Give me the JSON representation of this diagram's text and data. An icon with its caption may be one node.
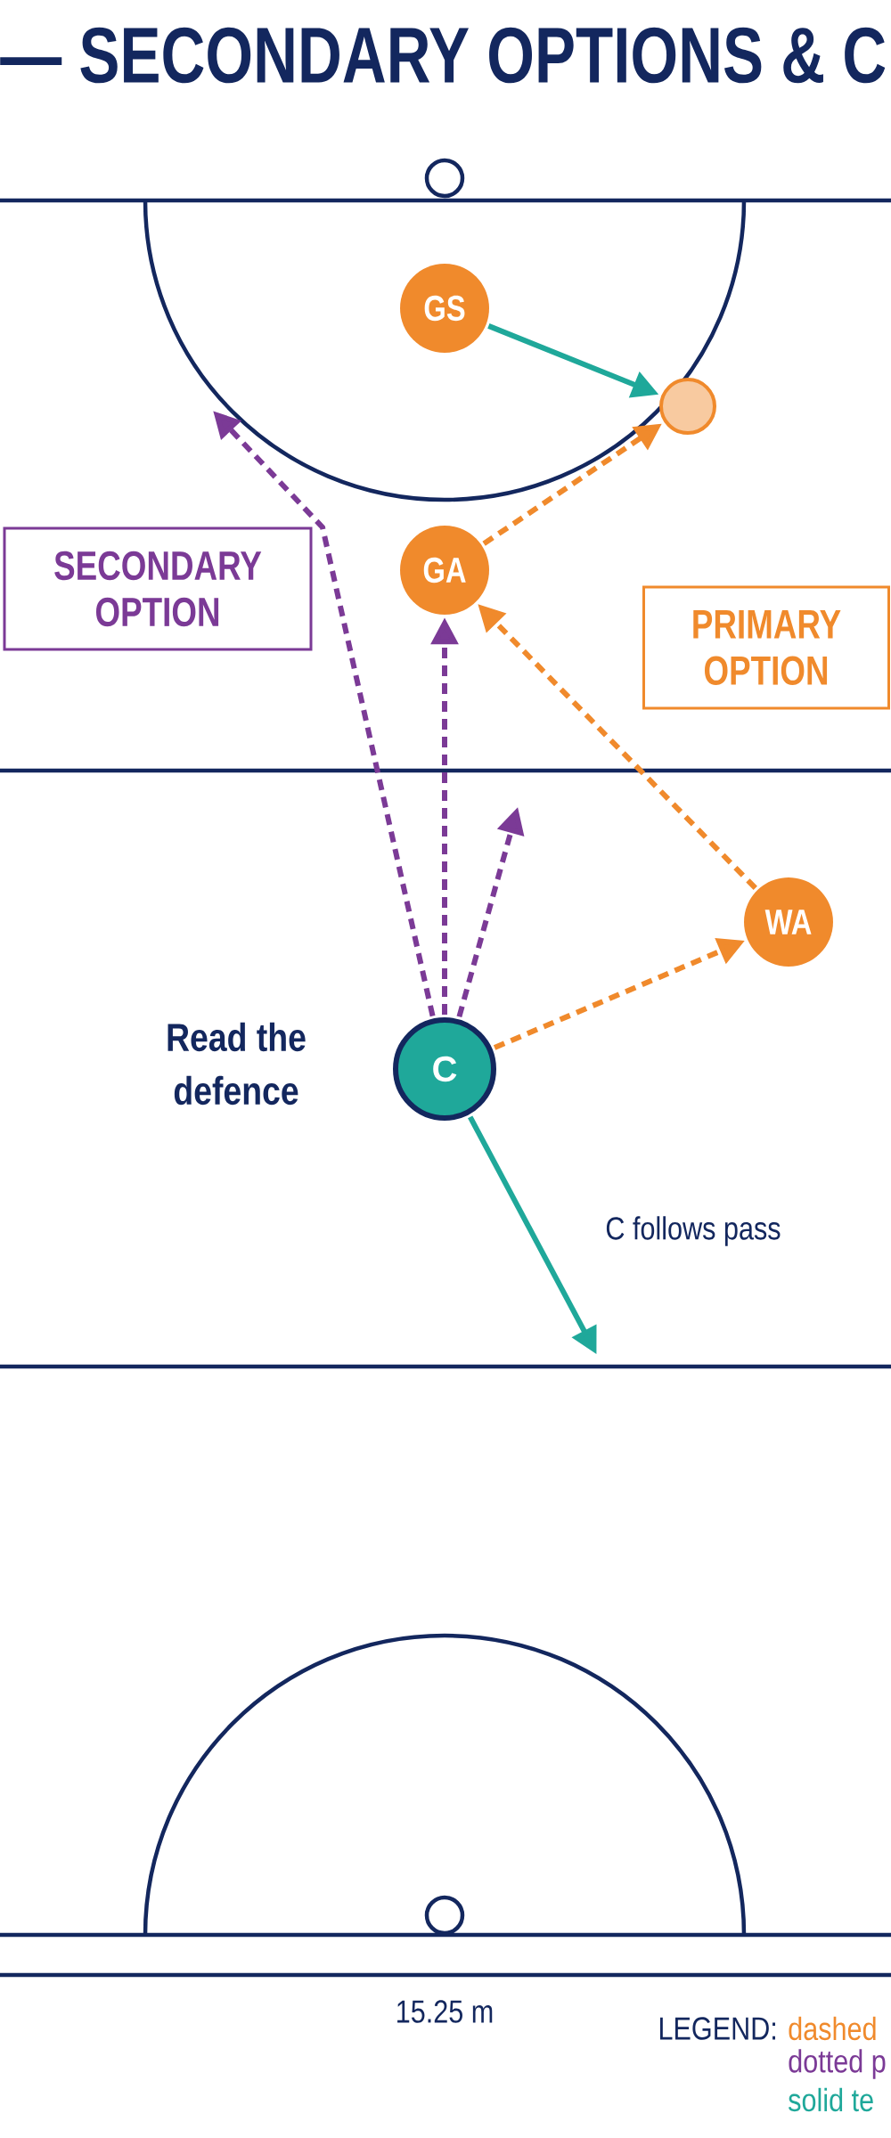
{
  "diagram": {
    "title": "— SECONDARY OPTIONS & C",
    "nodes": [
      {
        "text": [
          "GS"
        ]
      },
      {
        "text": [],
        "shape": "circle"
      },
      {
        "text": [
          "SECONDARY OPTION"
        ]
      },
      {
        "text": [
          "GA"
        ]
      },
      {
        "text": [
          "PRIMARY OPTION"
        ]
      },
      {
        "text": [
          "WA"
        ]
      },
      {
        "text": [
          "C"
        ],
        "beside": [
          "Read the defence"
        ]
      }
    ],
    "edges": [
      {
        "from": 0,
        "to": 1,
        "arrow": "to",
        "color": "#1fa89a"
      },
      {
        "from": 3,
        "to": 1,
        "arrow": "to",
        "style": "dashed",
        "color": "#f08a2c"
      },
      {
        "from": 5,
        "to": 3,
        "arrow": "to",
        "style": "dashed",
        "color": "#f08a2c"
      },
      {
        "from": 6,
        "to": 5,
        "arrow": "to",
        "style": "dashed",
        "color": "#f08a2c"
      },
      {
        "from": 6,
        "to": 3,
        "arrow": "to",
        "style": "dashed",
        "color": "#7b3a96"
      },
      {
        "from": 6,
        "to": null,
        "arrow": "to",
        "style": "dashed",
        "color": "#7b3a96"
      },
      {
        "from": 6,
        "to": null,
        "arrow": "to",
        "style": "dashed",
        "color": "#7b3a96"
      },
      {
        "from": 6,
        "to": null,
        "arrow": "to",
        "label": "C follows pass",
        "color": "#1fa89a"
      }
    ],
    "labels": [
      "15.25 m",
      "LEGEND:"
    ],
    "legend": [
      {
        "text": "dashed",
        "color": "#f08a2c"
      },
      {
        "text": "dotted p",
        "color": "#7b3a96"
      },
      {
        "text": "solid te",
        "color": "#1fa89a"
      }
    ]
  }
}
